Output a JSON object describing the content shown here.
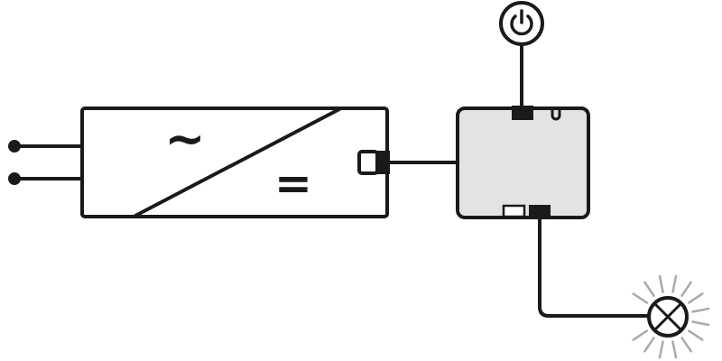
{
  "diagram": {
    "type": "wiring-schematic",
    "components": [
      {
        "id": "mains-input",
        "icon": "two-wire-terminal-icon"
      },
      {
        "id": "power-supply",
        "symbol_ac": "~",
        "symbol_dc": "="
      },
      {
        "id": "control-unit"
      },
      {
        "id": "power-switch",
        "icon": "power-icon"
      },
      {
        "id": "lamp",
        "icon": "lamp-icon"
      }
    ],
    "colors": {
      "line": "#1a1a1a",
      "control_unit_fill": "#e2e3e5",
      "lamp_rays": "#aaaaaa"
    }
  }
}
